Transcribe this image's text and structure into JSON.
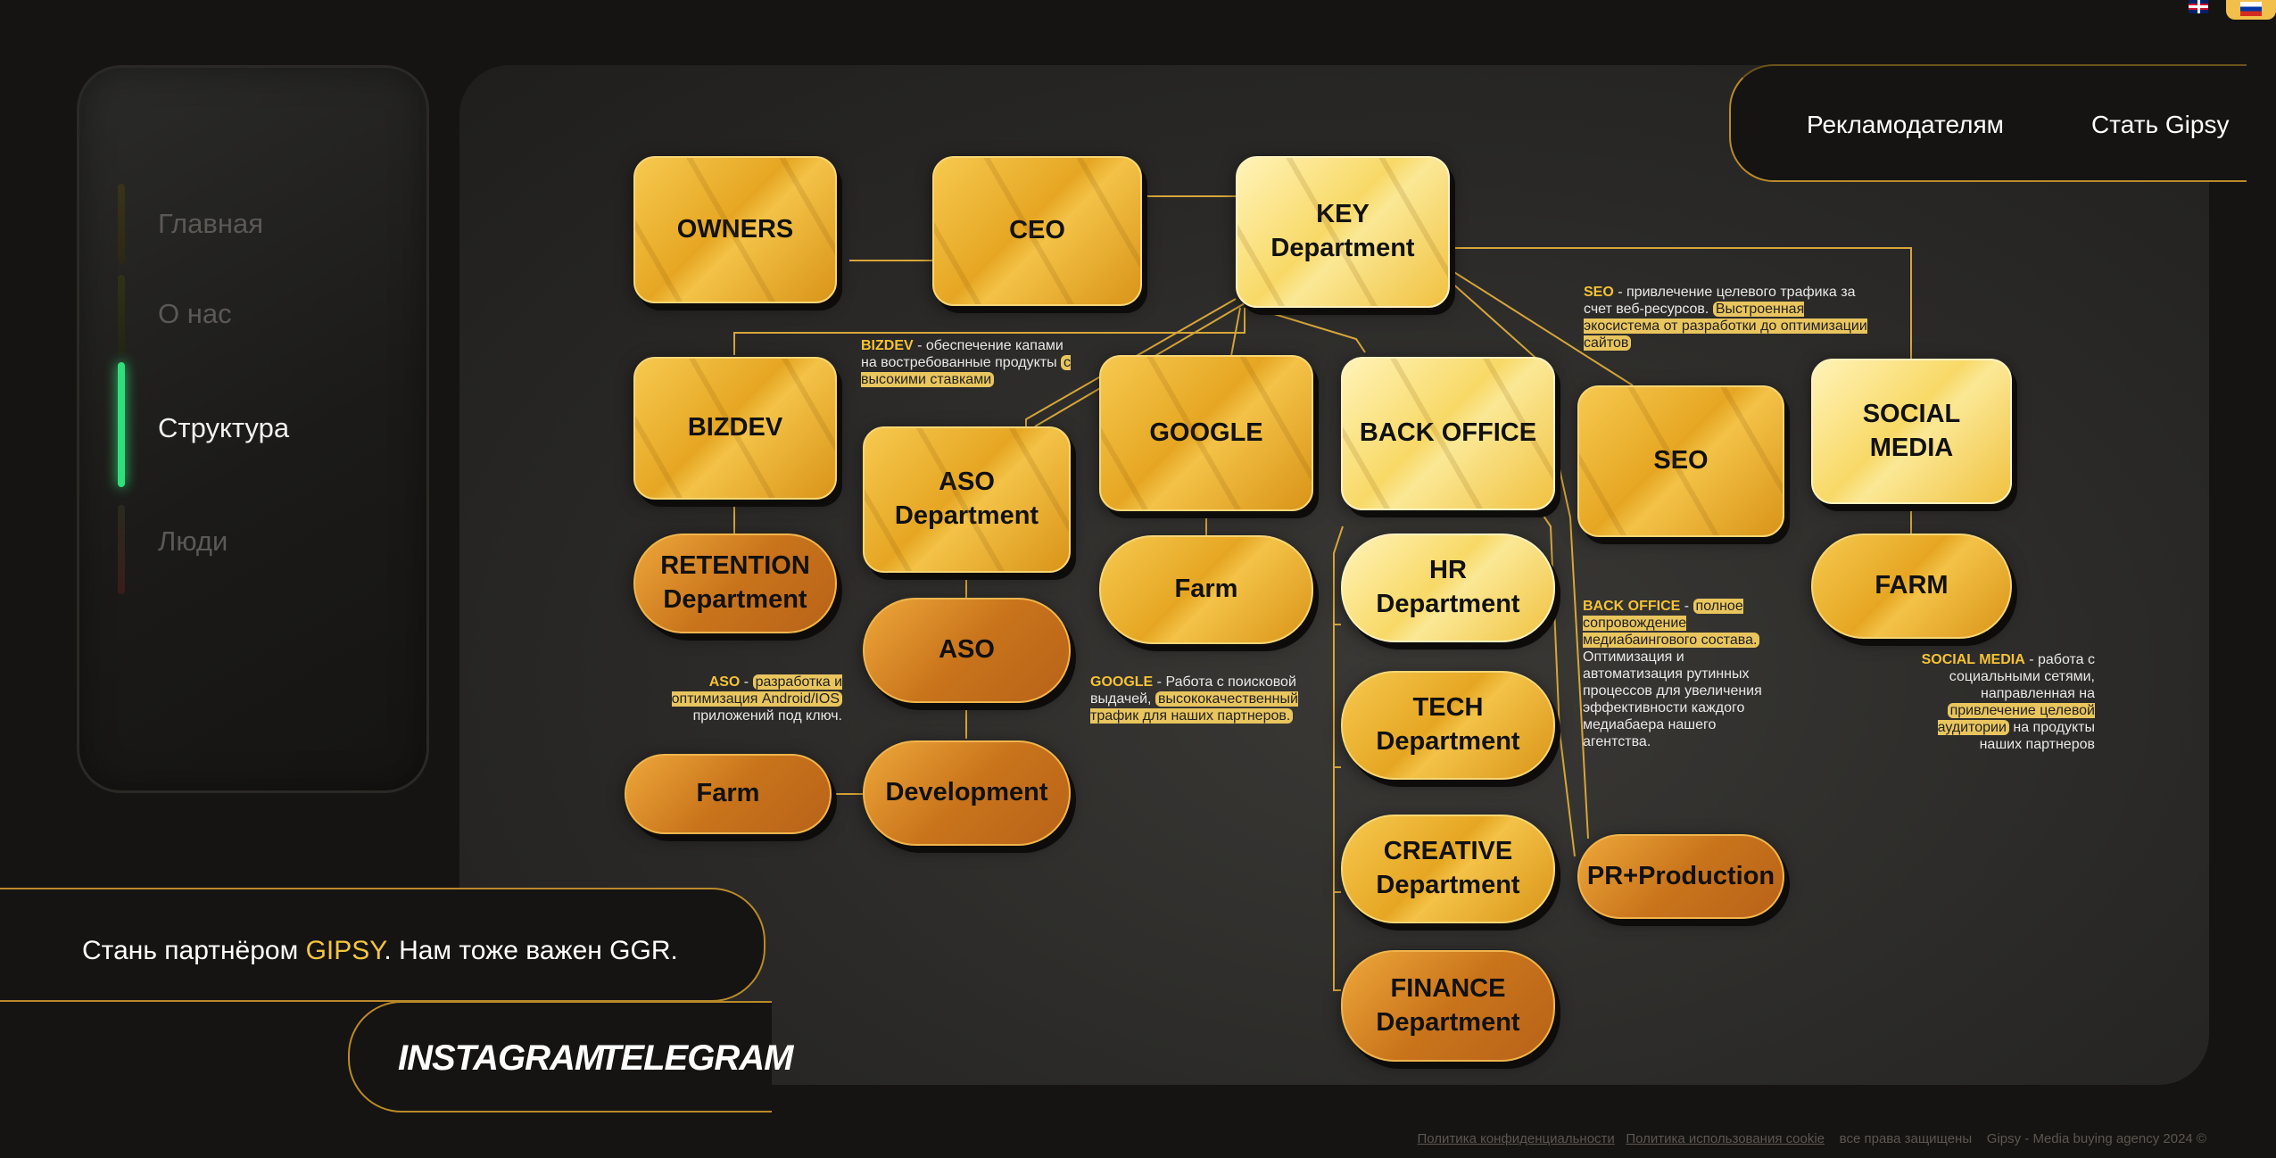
{
  "nav": {
    "advertisers": "Рекламодателям",
    "become": "Стать Gipsy"
  },
  "sidebar": {
    "items": [
      {
        "label": "Главная"
      },
      {
        "label": "О нас"
      },
      {
        "label": "Структура"
      },
      {
        "label": "Люди"
      }
    ]
  },
  "chart": {
    "owners": "OWNERS",
    "ceo": "CEO",
    "key": [
      "KEY",
      "Department"
    ],
    "bizdev": "BIZDEV",
    "retention": [
      "RETENTION",
      "Department"
    ],
    "aso_dept": [
      "ASO",
      "Department"
    ],
    "aso": "ASO",
    "development": "Development",
    "farm_left": "Farm",
    "google": "GOOGLE",
    "farm_google": "Farm",
    "back_office": "BACK OFFICE",
    "hr": [
      "HR",
      "Department"
    ],
    "tech": [
      "TECH",
      "Department"
    ],
    "creative": [
      "CREATIVE",
      "Department"
    ],
    "finance": [
      "FINANCE",
      "Department"
    ],
    "seo": "SEO",
    "pr": "PR+Production",
    "social": [
      "SOCIAL",
      "MEDIA"
    ],
    "farm_social": "FARM"
  },
  "annotations": {
    "bizdev": {
      "key": "BIZDEV",
      "text": " - обеспечение капами на востребованные продукты ",
      "hl": "с высокими ставками"
    },
    "aso": {
      "key": "ASO",
      "text": " - ",
      "hl": "разработка и оптимизация Android/IOS",
      "tail": " приложений под ключ."
    },
    "google": {
      "key": "GOOGLE",
      "text": " - Работа с поисковой выдачей, ",
      "hl": "высококачественный трафик для наших партнеров."
    },
    "seo": {
      "key": "SEO",
      "text": " - привлечение целевого трафика за счет веб-ресурсов. ",
      "hl": "Выстроенная экосистема от разработки до оптимизации сайтов"
    },
    "back_office": {
      "key": "BACK OFFICE",
      "text": " - ",
      "hl": "полное сопровождение медиабаингового состава.",
      "tail": " Оптимизация и автоматизация рутинных процессов для увеличения эффективности каждого медиабаера нашего агентства."
    },
    "social": {
      "key": "SOCIAL MEDIA",
      "text": " - работа с социальными сетями, направленная на ",
      "hl": "привлечение целевой аудитории",
      "tail": " на продукты наших партнеров"
    }
  },
  "promo": {
    "prefix": "Стань партнёром ",
    "brand": "GIPSY",
    "suffix": ". Нам тоже важен GGR."
  },
  "social": {
    "instagram": "INSTAGRAM",
    "telegram": "TELEGRAM"
  },
  "footer": {
    "privacy": "Политика конфиденциальности",
    "cookie": "Политика использования cookie",
    "rights": "все права защищены",
    "copy": "Gipsy - Media buying agency 2024 ©"
  },
  "colors": {
    "gold": "#f3c541",
    "accent_green": "#2fe07a",
    "bg": "#161412"
  }
}
